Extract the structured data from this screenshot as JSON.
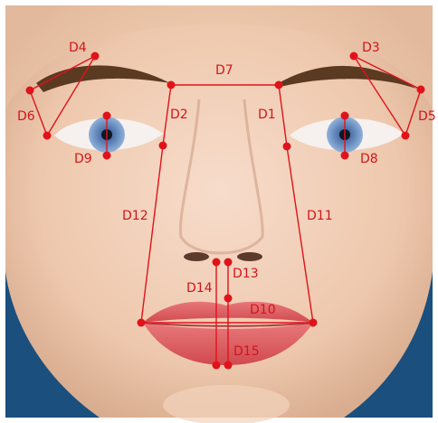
{
  "figure": {
    "measure_labels": {
      "d1": "D1",
      "d2": "D2",
      "d3": "D3",
      "d4": "D4",
      "d5": "D5",
      "d6": "D6",
      "d7": "D7",
      "d8": "D8",
      "d9": "D9",
      "d10": "D10",
      "d11": "D11",
      "d12": "D12",
      "d13": "D13",
      "d14": "D14",
      "d15": "D15"
    },
    "colors": {
      "annotation": "#e0131a",
      "background": "#1a4f7e",
      "skin": "#f0cfb5",
      "brow": "#5b3a22",
      "iris": "#6d93c9",
      "lips": "#d9575a"
    }
  }
}
